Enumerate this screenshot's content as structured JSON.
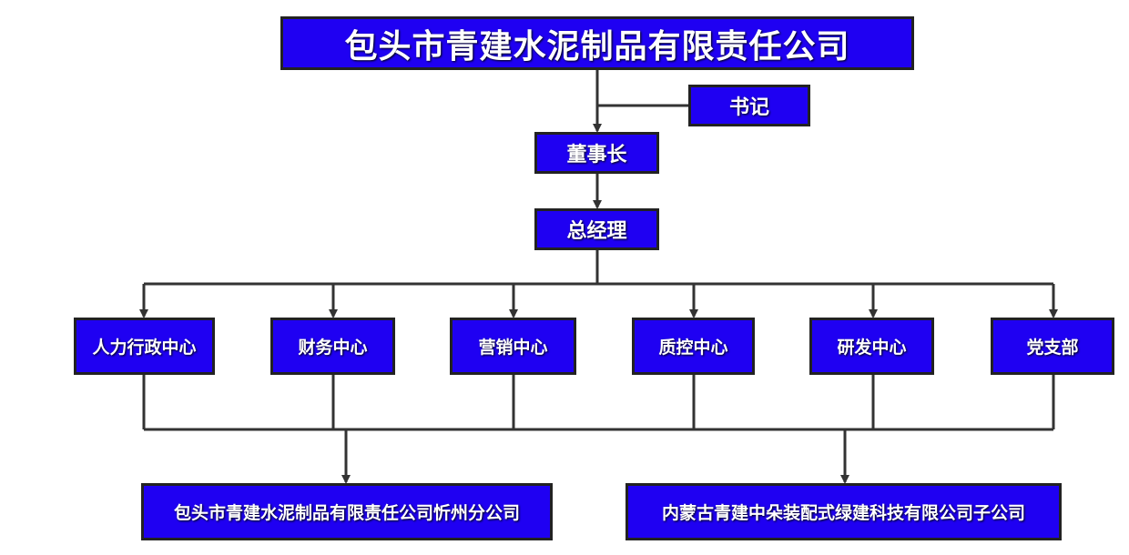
{
  "company": "包头市青建水泥制品有限责任公司",
  "secretary": "书记",
  "chairman": "董事长",
  "general_manager": "总经理",
  "departments": [
    "人力行政中心",
    "财务中心",
    "营销中心",
    "质控中心",
    "研发中心",
    "党支部"
  ],
  "subsidiaries": [
    "包头市青建水泥制品有限责任公司忻州分公司",
    "内蒙古青建中朵装配式绿建科技有限公司子公司"
  ],
  "colors": {
    "box_fill": "#1f00f2",
    "box_border": "#222222",
    "text": "#ffffff",
    "line": "#333333"
  }
}
